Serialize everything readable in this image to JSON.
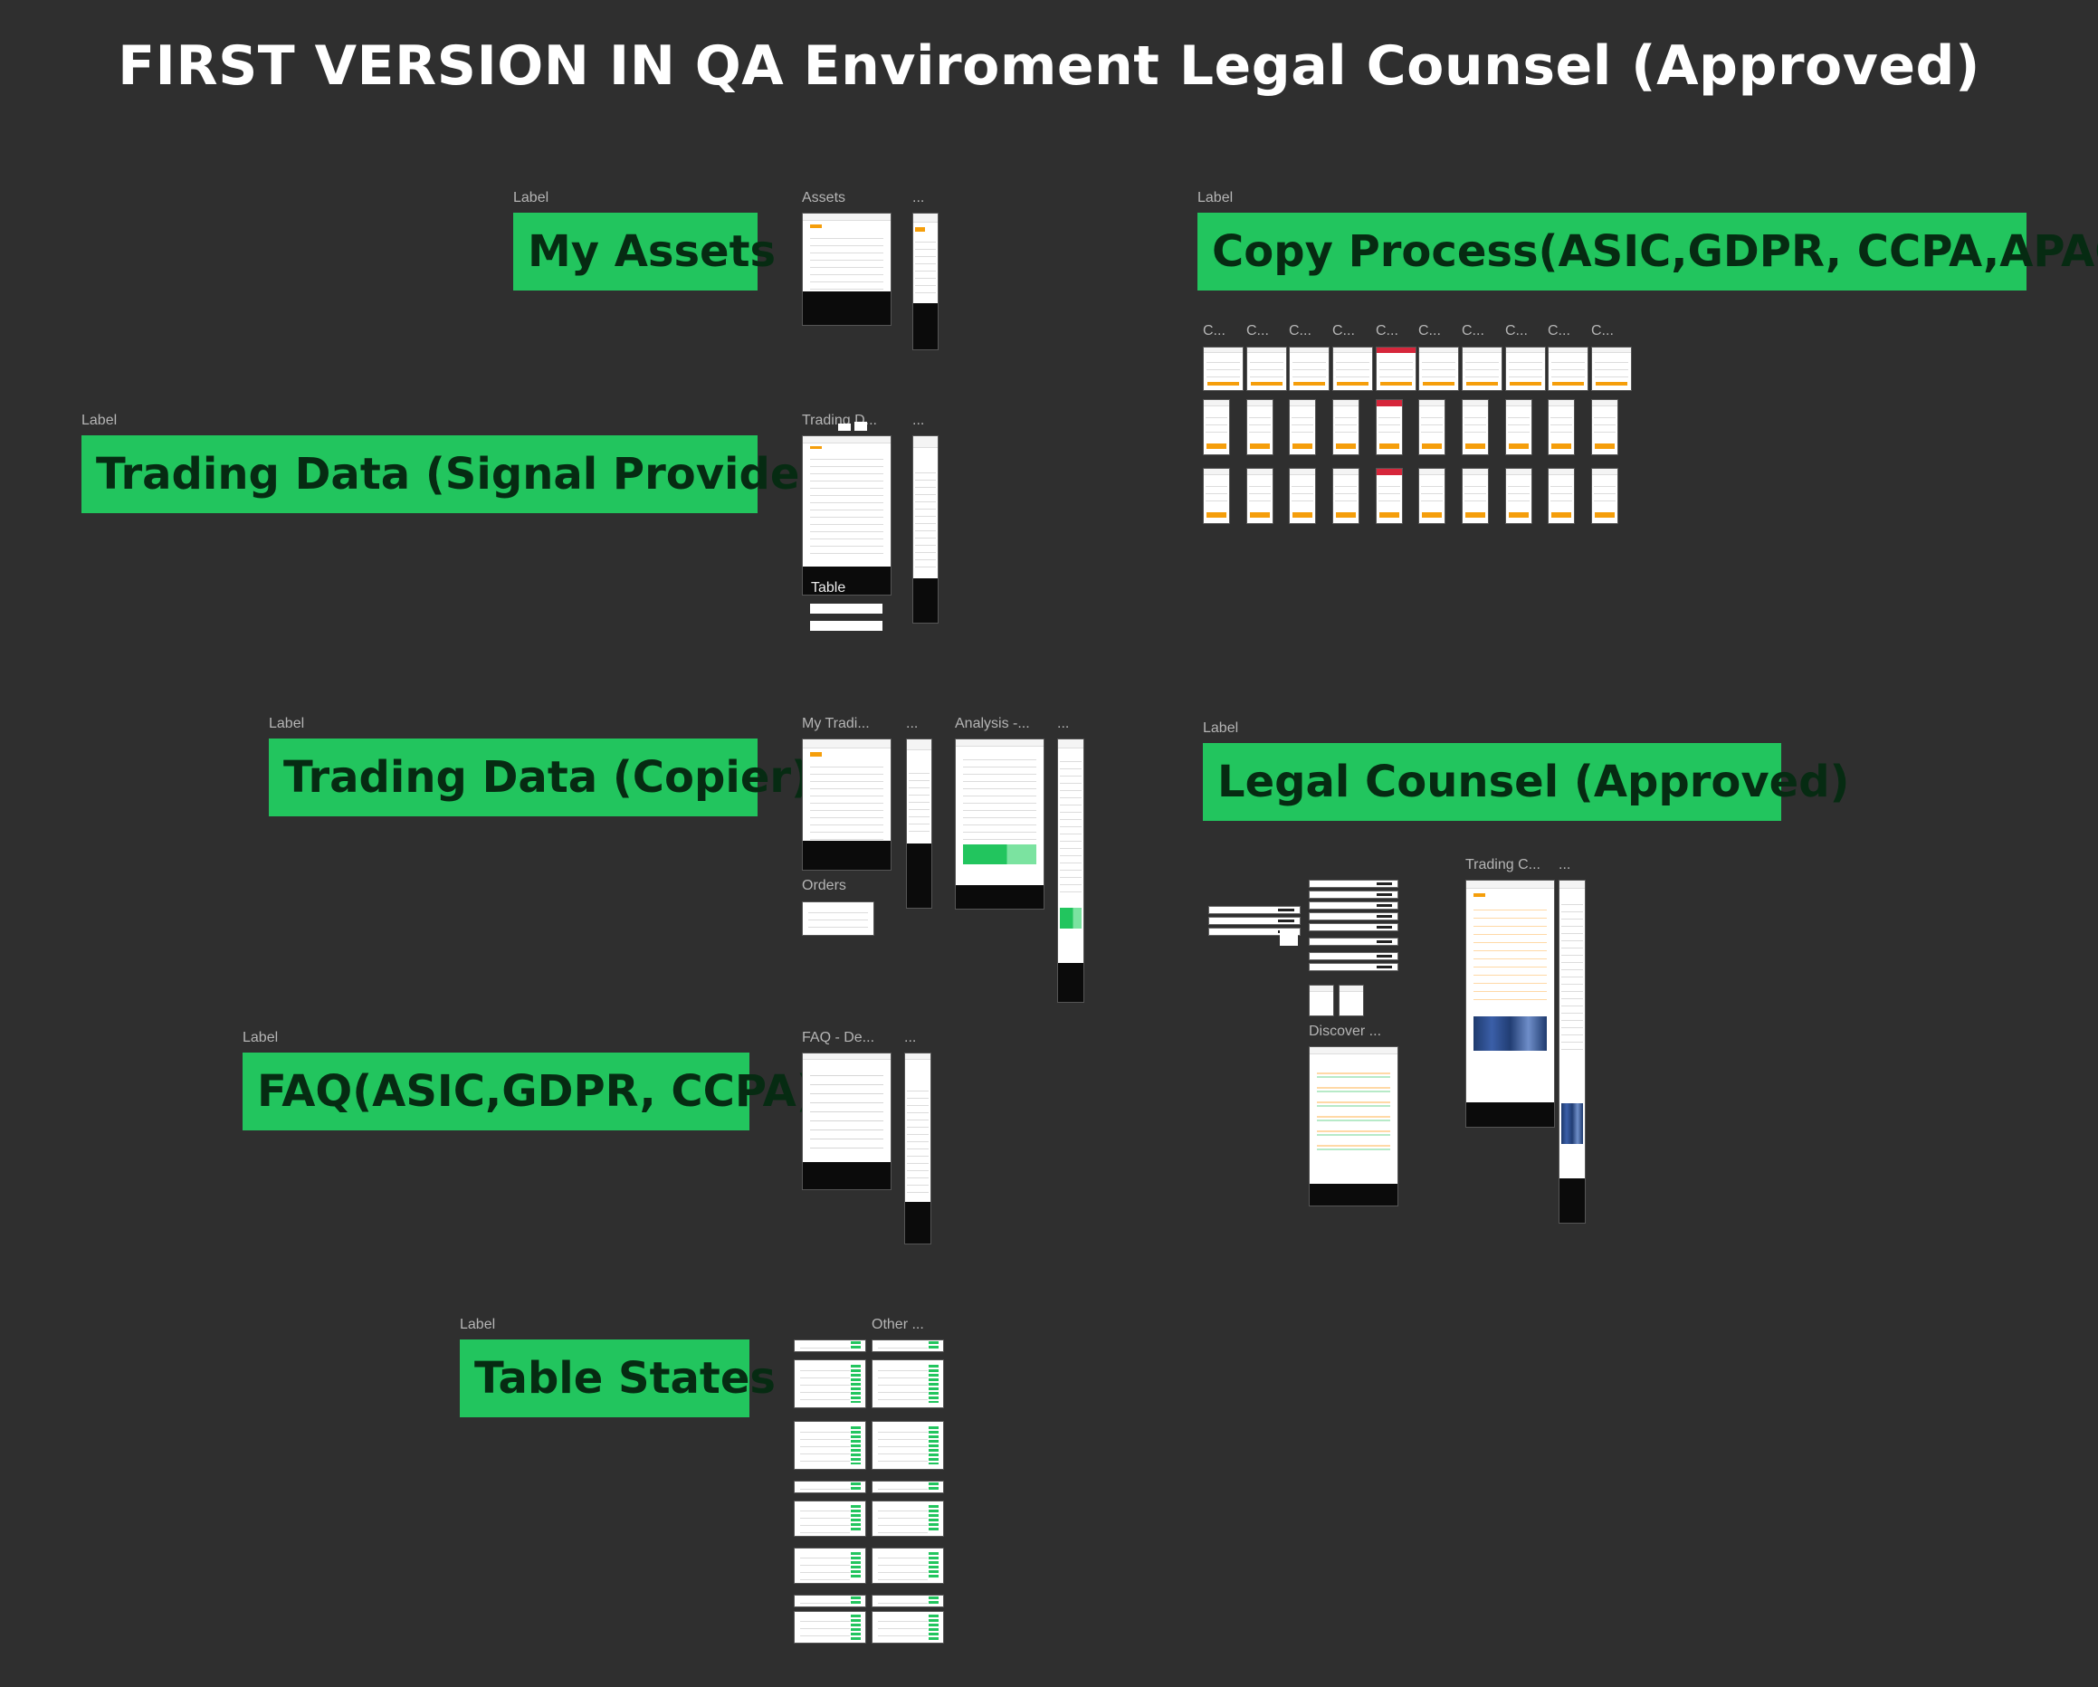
{
  "title": "FIRST VERSION IN QA Enviroment  Legal Counsel (Approved)",
  "sections": {
    "my_assets": "My Assets",
    "copy_process": "Copy Process(ASIC,GDPR, CCPA,APAC)",
    "trading_data_signal": "Trading Data (Signal Provider)",
    "trading_data_copier": "Trading Data (Copier)",
    "legal_counsel": "Legal Counsel (Approved)",
    "faq": "FAQ(ASIC,GDPR, CCPA)",
    "table_states": "Table States"
  },
  "labels": {
    "label": "Label",
    "assets": "Assets",
    "ellipsis": "...",
    "trading_d": "Trading D...",
    "table": "Table",
    "my_tradi": "My Tradi...",
    "analysis": "Analysis -...",
    "orders": "Orders",
    "faq_de": "FAQ - De...",
    "other": "Other ...",
    "c": "C...",
    "discover": "Discover ...",
    "trading_c": "Trading C..."
  }
}
